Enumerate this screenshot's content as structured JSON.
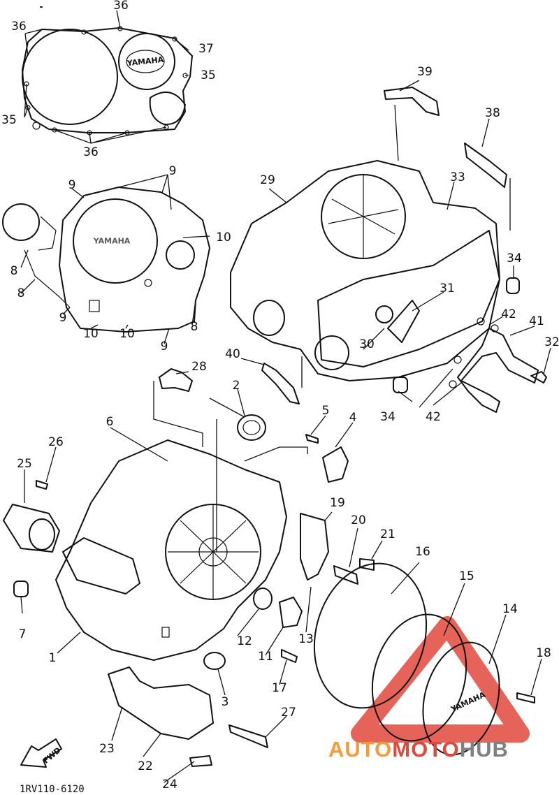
{
  "diagram": {
    "reference_code": "1RV110-6120",
    "fwd_label": "FWD",
    "cover_logo_text": "YAMAHA",
    "callout_numbers": [
      "1",
      "2",
      "3",
      "4",
      "5",
      "6",
      "7",
      "8",
      "8",
      "8",
      "9",
      "9",
      "9",
      "9",
      "9",
      "10",
      "10",
      "10",
      "10",
      "11",
      "12",
      "13",
      "14",
      "15",
      "16",
      "17",
      "18",
      "19",
      "20",
      "21",
      "22",
      "23",
      "24",
      "25",
      "26",
      "27",
      "28",
      "29",
      "30",
      "31",
      "32",
      "33",
      "34",
      "34",
      "35",
      "35",
      "36",
      "36",
      "36",
      "36",
      "37",
      "38",
      "39",
      "40",
      "41",
      "42",
      "42"
    ]
  },
  "watermark": {
    "auto": "AUTO",
    "moto": "MOTO",
    "hub": "HUB",
    "colors": {
      "orange": "#f39a3a",
      "red": "#e0483b",
      "gray": "#808080"
    }
  }
}
